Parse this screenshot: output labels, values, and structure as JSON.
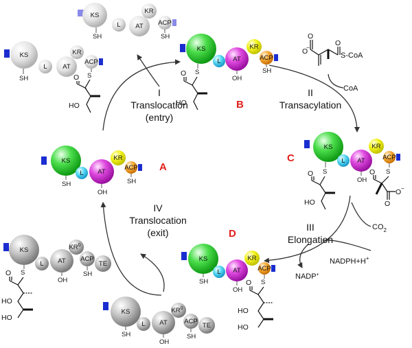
{
  "domains": {
    "ks": "KS",
    "l": "L",
    "at": "AT",
    "kr": "KR",
    "kr0": "KR",
    "kr0_sup": "0",
    "acp": "ACP",
    "te": "TE"
  },
  "groups": {
    "sh": "SH",
    "oh": "OH",
    "s": "S",
    "o": "O",
    "ho": "HO"
  },
  "states": {
    "a": "A",
    "b": "B",
    "c": "C",
    "d": "D"
  },
  "steps": {
    "s1": [
      "I",
      "Translocation",
      "(entry)"
    ],
    "s2": [
      "II",
      "Transacylation"
    ],
    "s3": [
      "III",
      "Elongation"
    ],
    "s4": [
      "IV",
      "Translocation",
      "(exit)"
    ]
  },
  "chemicals": {
    "coa": "CoA",
    "s_coa": "S-CoA",
    "o_minus": "O",
    "co2": "CO",
    "co2_sub": "2",
    "nadph": "NADPH+H",
    "nadph_sup": "+",
    "nadp": "NADP",
    "nadp_sup": "+"
  },
  "colors": {
    "ks": "#22c62a",
    "l": "#3fd0f0",
    "at": "#d62ed2",
    "kr": "#f5f518",
    "acp": "#f5a020",
    "grey": "#b8b8b8",
    "grey_light": "#dcdcdc",
    "tether": "#1a2ed0",
    "tether_light": "#8a8ae8",
    "state_label": "#e0201a"
  }
}
